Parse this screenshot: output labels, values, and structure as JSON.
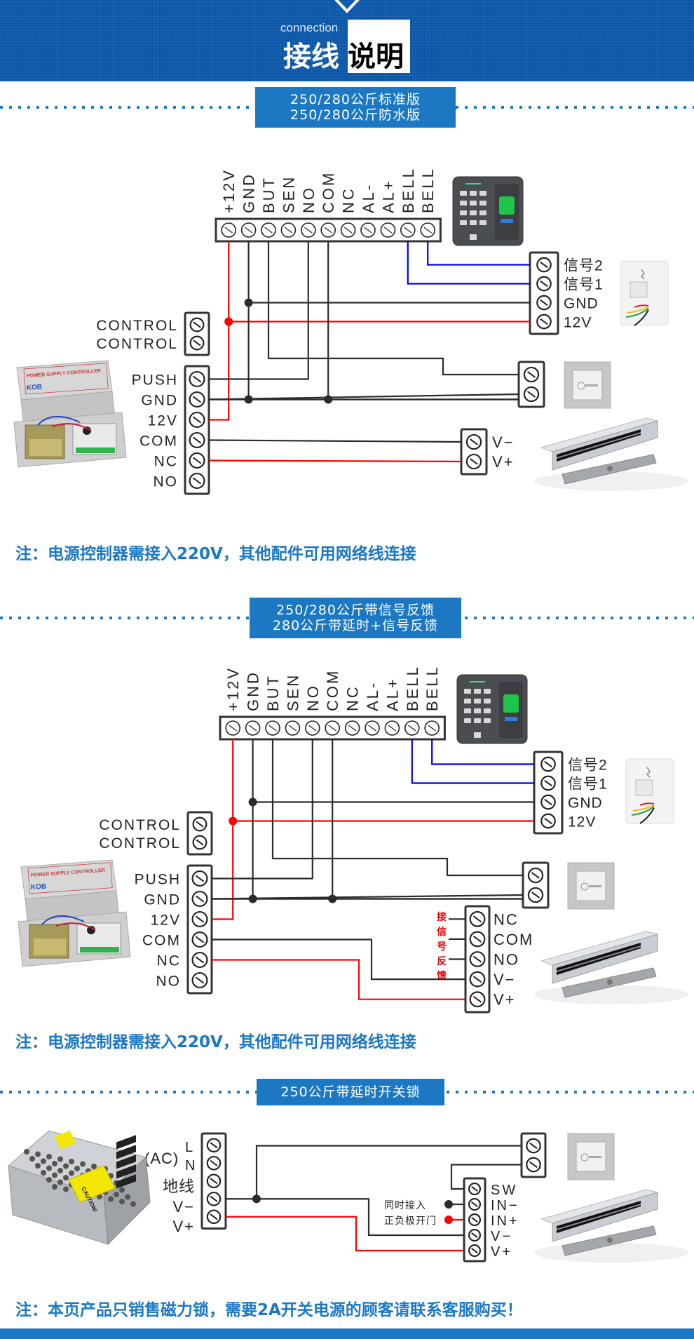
{
  "header": {
    "subtitle": "connection",
    "title_white": "接线",
    "title_black": "说明"
  },
  "sections": [
    {
      "title_lines": [
        "250/280公斤标准版",
        "250/280公斤防水版"
      ],
      "note": "注：电源控制器需接入220V，其他配件可用网络线连接"
    },
    {
      "title_lines": [
        "250/280公斤带信号反馈",
        "280公斤带延时+信号反馈"
      ],
      "note": "注：电源控制器需接入220V，其他配件可用网络线连接"
    },
    {
      "title_lines": [
        "250公斤带延时开关锁"
      ],
      "note": "注：本页产品只销售磁力锁，需要2A开关电源的顾客请联系客服购买！"
    }
  ],
  "reader_terminals": [
    "+12V",
    "GND",
    "BUT",
    "SEN",
    "NO",
    "COM",
    "NC",
    "AL-",
    "AL+",
    "BELL",
    "BELL"
  ],
  "doorbell_terminals": [
    "信号2",
    "信号1",
    "GND",
    "12V"
  ],
  "control_terminals": [
    "CONTROL",
    "CONTROL"
  ],
  "psu_terminals": [
    "PUSH",
    "GND",
    "12V",
    "COM",
    "NC",
    "NO"
  ],
  "lock_terminals_basic": [
    "V−",
    "V+"
  ],
  "lock_terminals_feedback": [
    "NC",
    "COM",
    "NO",
    "V−",
    "V+"
  ],
  "feedback_label": [
    "接",
    "信",
    "号",
    "反",
    "馈"
  ],
  "switching_psu_terminals": [
    "(AC)",
    "L",
    "N",
    "地线",
    "V−",
    "V+"
  ],
  "delay_lock_terminals": [
    "SW",
    "IN−",
    "IN+",
    "V−",
    "V+"
  ],
  "delay_lock_note": [
    "同时接入",
    "正负极开门"
  ],
  "devices": {
    "reader": "fingerprint-keypad-reader",
    "doorbell": "doorbell",
    "exit_button": "exit-button",
    "maglock": "magnetic-lock",
    "psu_controller": "power-supply-controller",
    "psu_controller_label": "POWER SUPPLY CONTROLLER",
    "psu_controller_brand": "KOB",
    "switching_psu": "switching-power-supply",
    "switching_psu_label": "CAUTION!"
  },
  "colors": {
    "accent": "#1c78c2",
    "header_bg": "#0b56a8",
    "wire_black": "#2b2b2b",
    "wire_red": "#ff0000",
    "wire_blue": "#0000ee",
    "note_text": "#1a78c6",
    "feedback_label": "#e60000"
  }
}
